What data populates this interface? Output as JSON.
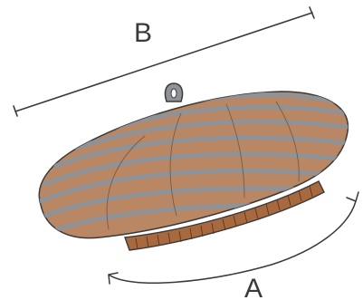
{
  "diagram": {
    "subject": "beret",
    "labels": {
      "width": "B",
      "circumference": "A"
    },
    "colors": {
      "hat_body": "#B98763",
      "stripe": "#8F9296",
      "band": "#A8693F",
      "outline": "#3A3A3A"
    }
  }
}
